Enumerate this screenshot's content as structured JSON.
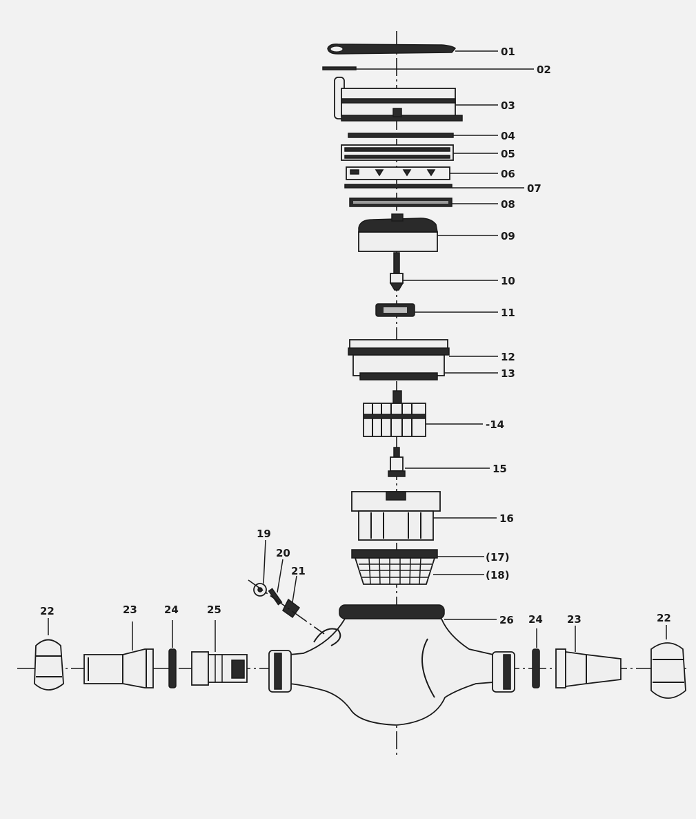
{
  "part_labels": {
    "p01": "01",
    "p02": "02",
    "p03": "03",
    "p04": "04",
    "p05": "05",
    "p06": "06",
    "p07": "07",
    "p08": "08",
    "p09": "09",
    "p10": "10",
    "p11": "11",
    "p12": "12",
    "p13": "13",
    "p14": "-14",
    "p15": "15",
    "p16": "16",
    "p17": "(17)",
    "p18": "(18)",
    "p19": "19",
    "p20": "20",
    "p21": "21",
    "p22a": "22",
    "p22b": "22",
    "p23a": "23",
    "p23b": "23",
    "p24a": "24",
    "p24b": "24",
    "p25": "25",
    "p26": "26"
  }
}
